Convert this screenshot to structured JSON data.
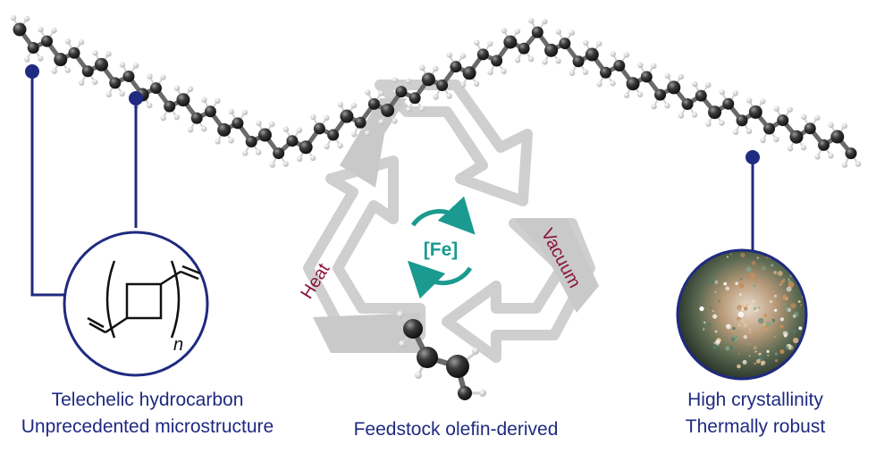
{
  "labels": {
    "heat": "Heat",
    "vacuum": "Vacuum",
    "catalyst": "[Fe]",
    "repeat_subscript": "n"
  },
  "captions": {
    "left_line1": "Telechelic hydrocarbon",
    "left_line2": "Unprecedented microstructure",
    "middle": "Feedstock olefin-derived",
    "right_line1": "High crystallinity",
    "right_line2": "Thermally robust"
  },
  "colors": {
    "callout_navy": "#1f2a80",
    "arrow_gray": "#c9c9c9",
    "catalyst_teal": "#1a9a90",
    "heat_vacuum_maroon": "#8a1538",
    "atom_carbon": "#2b2b2b",
    "atom_hydrogen": "#f2f2f2"
  },
  "icons": {
    "recycle": "recycle-arrows-icon",
    "catalytic_cycle": "circular-arrows-icon",
    "monomer": "butadiene-ball-and-stick-icon",
    "polymer": "polymer-chain-ball-and-stick-icon",
    "crystal_photo": "crystal-micrograph-icon"
  }
}
